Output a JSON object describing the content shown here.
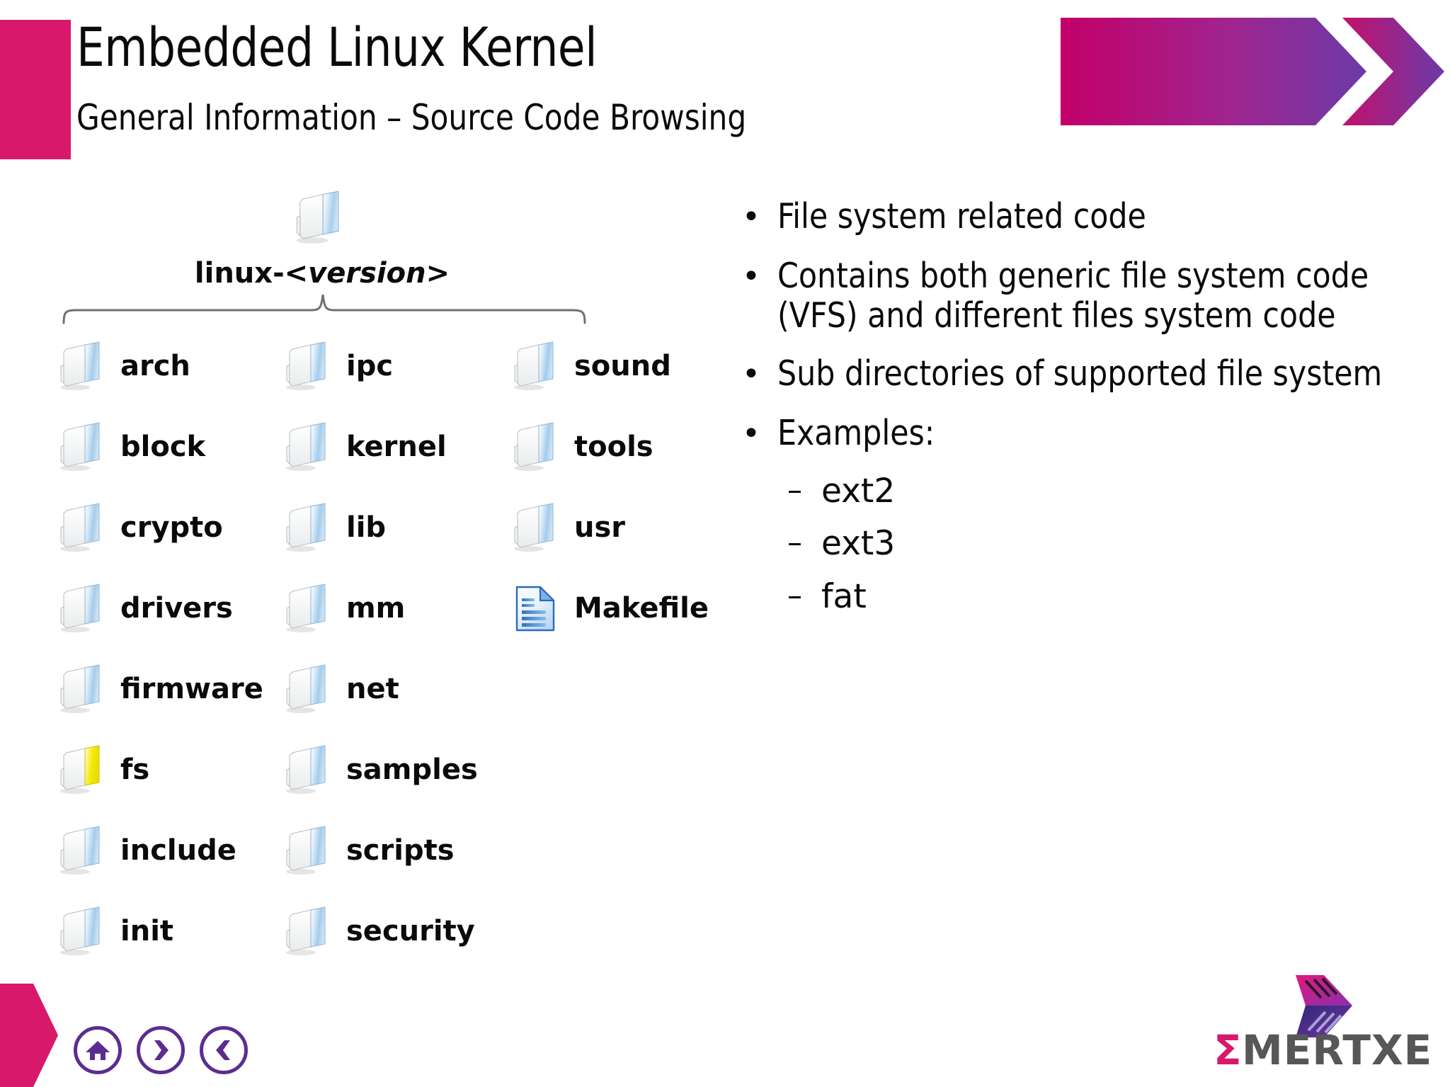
{
  "header": {
    "title": "Embedded Linux Kernel",
    "subtitle": "General Information – Source Code Browsing",
    "accent_pink": "#d8196b",
    "banner_gradient_from": "#c30069",
    "banner_gradient_to": "#6b3ba8",
    "banner_icon": "double-chevron-right-banner"
  },
  "tree": {
    "root": {
      "icon": "folder-icon",
      "label_prefix": "linux-<",
      "label_version": "version",
      "label_suffix": ">"
    },
    "brace_icon": "curly-brace-connector",
    "columns": [
      {
        "items": [
          {
            "label": "arch",
            "icon": "folder-icon",
            "color": "blue"
          },
          {
            "label": "block",
            "icon": "folder-icon",
            "color": "blue"
          },
          {
            "label": "crypto",
            "icon": "folder-icon",
            "color": "blue"
          },
          {
            "label": "drivers",
            "icon": "folder-icon",
            "color": "blue"
          },
          {
            "label": "firmware",
            "icon": "folder-icon",
            "color": "blue"
          },
          {
            "label": "fs",
            "icon": "folder-icon",
            "color": "yellow"
          },
          {
            "label": "include",
            "icon": "folder-icon",
            "color": "blue"
          },
          {
            "label": "init",
            "icon": "folder-icon",
            "color": "blue"
          }
        ]
      },
      {
        "items": [
          {
            "label": "ipc",
            "icon": "folder-icon",
            "color": "blue"
          },
          {
            "label": "kernel",
            "icon": "folder-icon",
            "color": "blue"
          },
          {
            "label": "lib",
            "icon": "folder-icon",
            "color": "blue"
          },
          {
            "label": "mm",
            "icon": "folder-icon",
            "color": "blue"
          },
          {
            "label": "net",
            "icon": "folder-icon",
            "color": "blue"
          },
          {
            "label": "samples",
            "icon": "folder-icon",
            "color": "blue"
          },
          {
            "label": "scripts",
            "icon": "folder-icon",
            "color": "blue"
          },
          {
            "label": "security",
            "icon": "folder-icon",
            "color": "blue"
          }
        ]
      },
      {
        "items": [
          {
            "label": "sound",
            "icon": "folder-icon",
            "color": "blue"
          },
          {
            "label": "tools",
            "icon": "folder-icon",
            "color": "blue"
          },
          {
            "label": "usr",
            "icon": "folder-icon",
            "color": "blue"
          },
          {
            "label": "Makefile",
            "icon": "document-icon",
            "color": "doc"
          }
        ]
      }
    ]
  },
  "bullets": [
    {
      "text": "File system related code"
    },
    {
      "text": "Contains both generic file system code (VFS) and different files system code"
    },
    {
      "text": "Sub directories of supported file system"
    },
    {
      "text": "Examples:",
      "sub": [
        {
          "dash": "–",
          "text": "ext2"
        },
        {
          "dash": "–",
          "text": "ext3"
        },
        {
          "dash": "–",
          "text": "fat"
        }
      ]
    }
  ],
  "footer": {
    "pentagon_icon": "pink-pentagon-accent",
    "pentagon_color": "#d8196b",
    "nav": [
      {
        "icon": "home-icon",
        "name": "home-button"
      },
      {
        "icon": "chevron-right-icon",
        "name": "next-button"
      },
      {
        "icon": "chevron-left-icon",
        "name": "previous-button"
      }
    ],
    "nav_color": "#5b2d91",
    "logo": {
      "mark_icon": "emertxe-chevron-logo-mark",
      "sigma": "Σ",
      "word": "MERTXE",
      "sigma_color": "#d8196b",
      "word_color": "#575757"
    }
  }
}
